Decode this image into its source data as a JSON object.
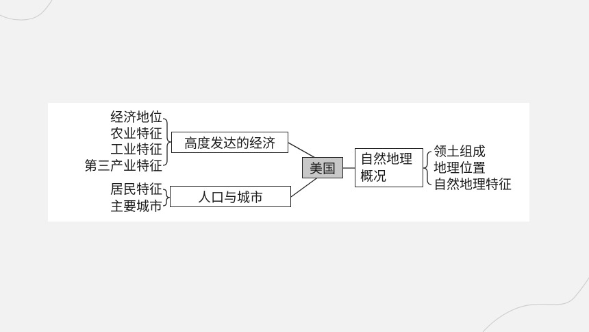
{
  "diagram": {
    "center": "美国",
    "left_boxes": [
      {
        "label": "高度发达的经济",
        "items": [
          "经济地位",
          "农业特征",
          "工业特征",
          "第三产业特征"
        ]
      },
      {
        "label": "人口与城市",
        "items": [
          "居民特征",
          "主要城市"
        ]
      }
    ],
    "right_box": {
      "lines": [
        "自然地理",
        "概况"
      ],
      "items": [
        "领土组成",
        "地理位置",
        "自然地理特征"
      ]
    }
  }
}
